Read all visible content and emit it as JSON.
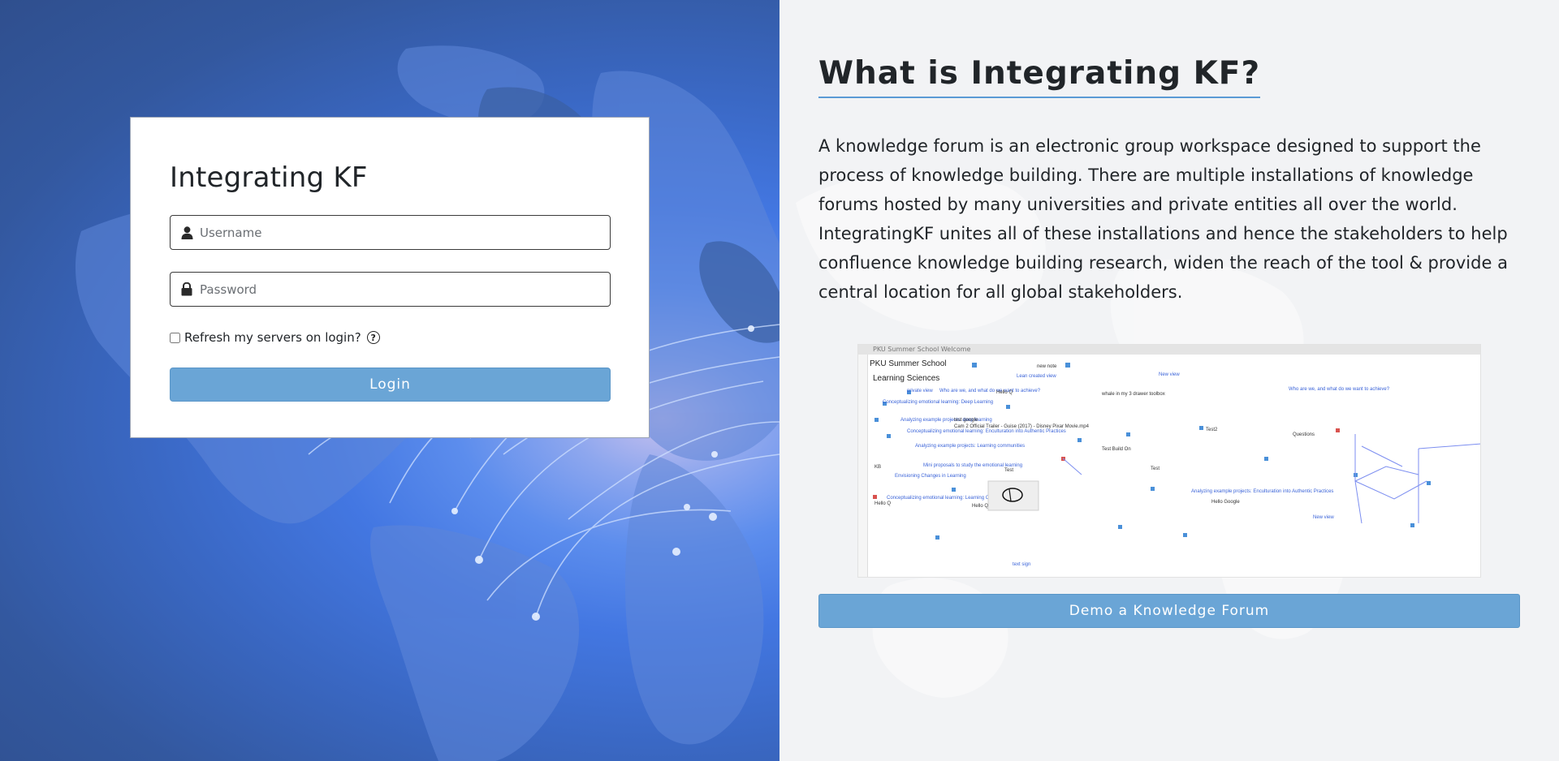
{
  "login": {
    "title": "Integrating KF",
    "username_placeholder": "Username",
    "password_placeholder": "Password",
    "refresh_label": "Refresh my servers on login?",
    "help_glyph": "?",
    "login_label": "Login",
    "icons": {
      "username": "user-icon",
      "password": "lock-icon",
      "help": "question-circle-icon"
    }
  },
  "info": {
    "title": "What is Integrating KF?",
    "description": "A knowledge forum is an electronic group workspace designed to support the process of knowledge building. There are multiple installations of knowledge forums hosted by many universities and private entities all over the world. IntegratingKF unites all of these installations and hence the stakeholders to help confluence knowledge building research, widen the reach of the tool & provide a central location for all global stakeholders.",
    "demo_label": "Demo a Knowledge Forum",
    "preview": {
      "topbar": "PKU Summer School    Welcome",
      "view_title": "PKU Summer School",
      "view_subtitle": "Learning Sciences"
    }
  },
  "colors": {
    "accent_button": "#6aa5d6",
    "title_underline": "#5b9bd5",
    "left_bg_dark": "#2f4f8e",
    "left_bg_light": "#5c8ded"
  }
}
